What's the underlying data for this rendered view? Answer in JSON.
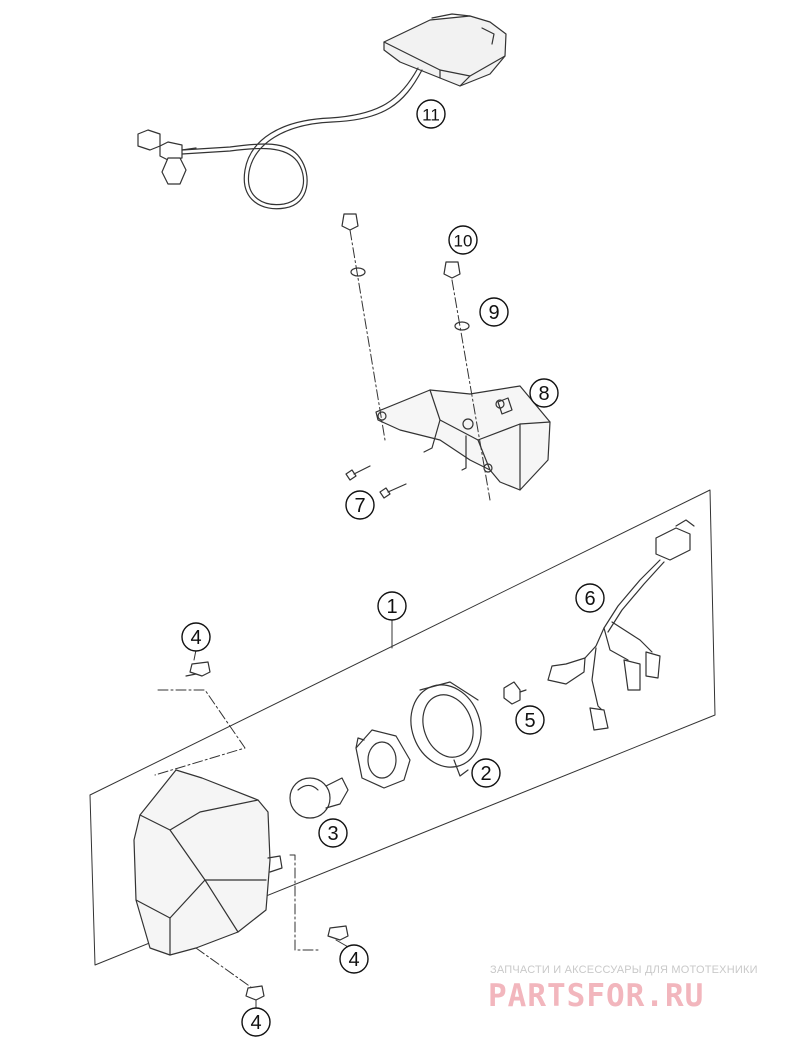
{
  "callouts": {
    "c1": "1",
    "c2": "2",
    "c3": "3",
    "c4a": "4",
    "c4b": "4",
    "c4c": "4",
    "c5": "5",
    "c6": "6",
    "c7": "7",
    "c8": "8",
    "c9": "9",
    "c10": "10",
    "c11": "11"
  },
  "watermark": {
    "tagline": "ЗАПЧАСТИ И АКСЕССУАРЫ ДЛЯ МОТОТЕХНИКИ",
    "logo": "PARTSFOR.RU"
  },
  "colors": {
    "line": "#333333",
    "watermark_logo": "#f2b6bd",
    "watermark_text": "#c9c9c9"
  }
}
